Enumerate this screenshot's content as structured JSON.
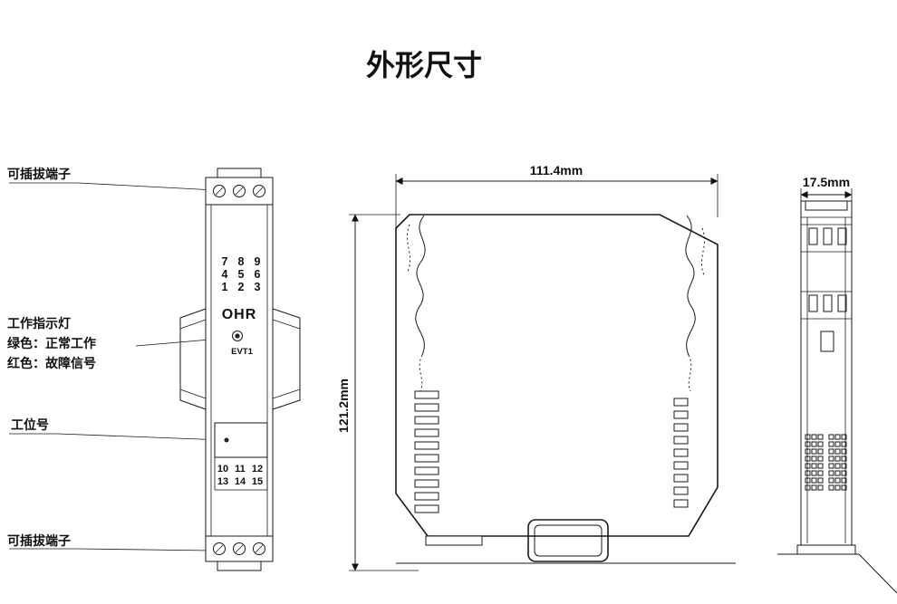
{
  "title": "外形尺寸",
  "colors": {
    "red": "#e60000",
    "line": "#1a1a1a"
  },
  "callouts": {
    "top_terminal": "可插拔端子",
    "indicator_title": "工作指示灯",
    "indicator_green": "绿色：正常工作",
    "indicator_red": "红色：故障信号",
    "station_no": "工位号",
    "bottom_terminal": "可插拔端子"
  },
  "front": {
    "brand": "OHR",
    "led": "EVT1",
    "top": [
      "7",
      "8",
      "9",
      "4",
      "5",
      "6",
      "1",
      "2",
      "3"
    ],
    "bottom": [
      "10",
      "11",
      "12",
      "13",
      "14",
      "15"
    ]
  },
  "dims": {
    "width": "111.4mm",
    "height": "121.2mm",
    "depth": "17.5mm"
  }
}
